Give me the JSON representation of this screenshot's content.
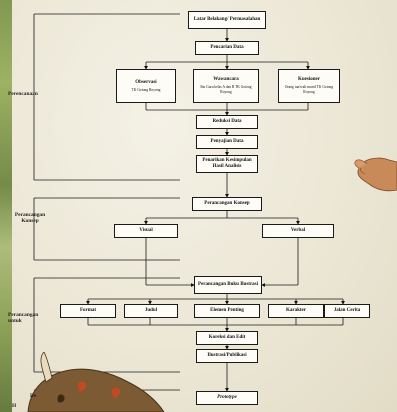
{
  "sections": {
    "perencanaan": "Perencanaan",
    "perancangan_konsep": "Perancangan Konsep",
    "perancangan_untuk": "Perancangan untuk",
    "de": "De",
    "h": "H"
  },
  "nodes": {
    "latar": "Latar Belakang/ Permasalahan",
    "pencarian": "Pencarian Data",
    "observasi": "Observasi",
    "observasi_sub": "TK Gotong Royong",
    "wawancara": "Wawancara",
    "wawancara_sub": "Ibu Guru kelas A dan B TK Gotong Royong",
    "kuesioner": "Kuesioner",
    "kuesioner_sub": "Orang tua/wali murid TK Gotong Royong",
    "reduksi": "Reduksi Data",
    "penyajian": "Penyajian Data",
    "penarikan": "Penarikan Kesimpulan Hasil Analisis",
    "perancangan_konsep": "Perancangan Konsep",
    "visual": "Visual",
    "verbal": "Verbal",
    "perancangan_buku": "Perancangan Buku Ilustrasi",
    "format": "Format",
    "judul": "Judul",
    "elemen": "Elemen Penting",
    "karakter": "Karakter",
    "jalan_cerita": "Jalan Cerita",
    "koreksi": "Koreksi dan Edit",
    "ilustrasi": "Ilustrasi/Publikasi",
    "prototype": "Prototype"
  }
}
